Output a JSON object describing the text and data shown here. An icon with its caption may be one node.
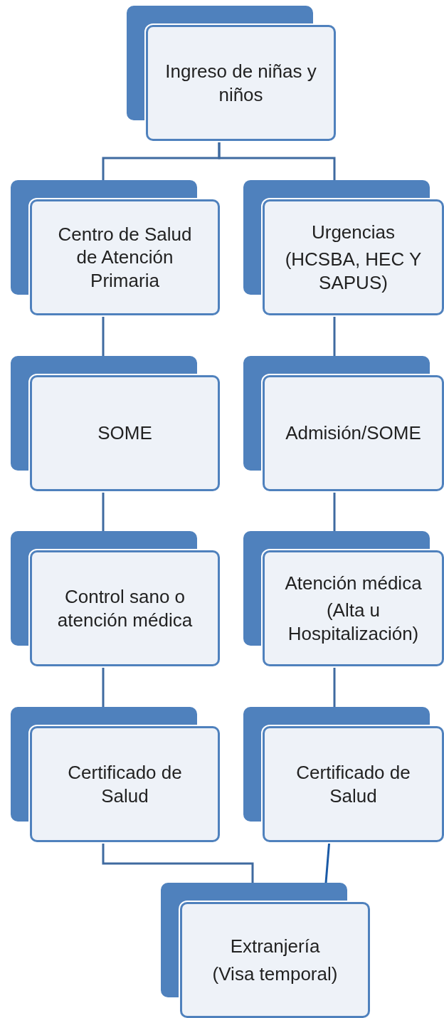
{
  "diagram": {
    "nodes": [
      {
        "text": [
          "Ingreso de niñas y niños"
        ]
      },
      {
        "text": [
          "Centro de Salud de Atención Primaria"
        ]
      },
      {
        "text": [
          "Urgencias",
          "(HCSBA, HEC Y SAPUS)"
        ]
      },
      {
        "text": [
          "SOME"
        ]
      },
      {
        "text": [
          "Admisión/SOME"
        ]
      },
      {
        "text": [
          "Control sano o atención médica"
        ]
      },
      {
        "text": [
          "Atención médica",
          "(Alta u Hospitalización)"
        ]
      },
      {
        "text": [
          "Certificado de Salud"
        ]
      },
      {
        "text": [
          "Certificado de Salud"
        ]
      },
      {
        "text": [
          "Extranjería",
          "(Visa temporal)"
        ]
      }
    ],
    "edges": [
      {
        "from": 0,
        "to": 1,
        "arrow": "none"
      },
      {
        "from": 0,
        "to": 2,
        "arrow": "none"
      },
      {
        "from": 1,
        "to": 3,
        "arrow": "none"
      },
      {
        "from": 3,
        "to": 5,
        "arrow": "none"
      },
      {
        "from": 5,
        "to": 7,
        "arrow": "none"
      },
      {
        "from": 2,
        "to": 4,
        "arrow": "none"
      },
      {
        "from": 4,
        "to": 6,
        "arrow": "none"
      },
      {
        "from": 6,
        "to": 8,
        "arrow": "none"
      },
      {
        "from": 7,
        "to": 9,
        "arrow": "none"
      },
      {
        "from": 8,
        "to": 9,
        "arrow": "none",
        "color": "#1a5aa6"
      }
    ]
  }
}
